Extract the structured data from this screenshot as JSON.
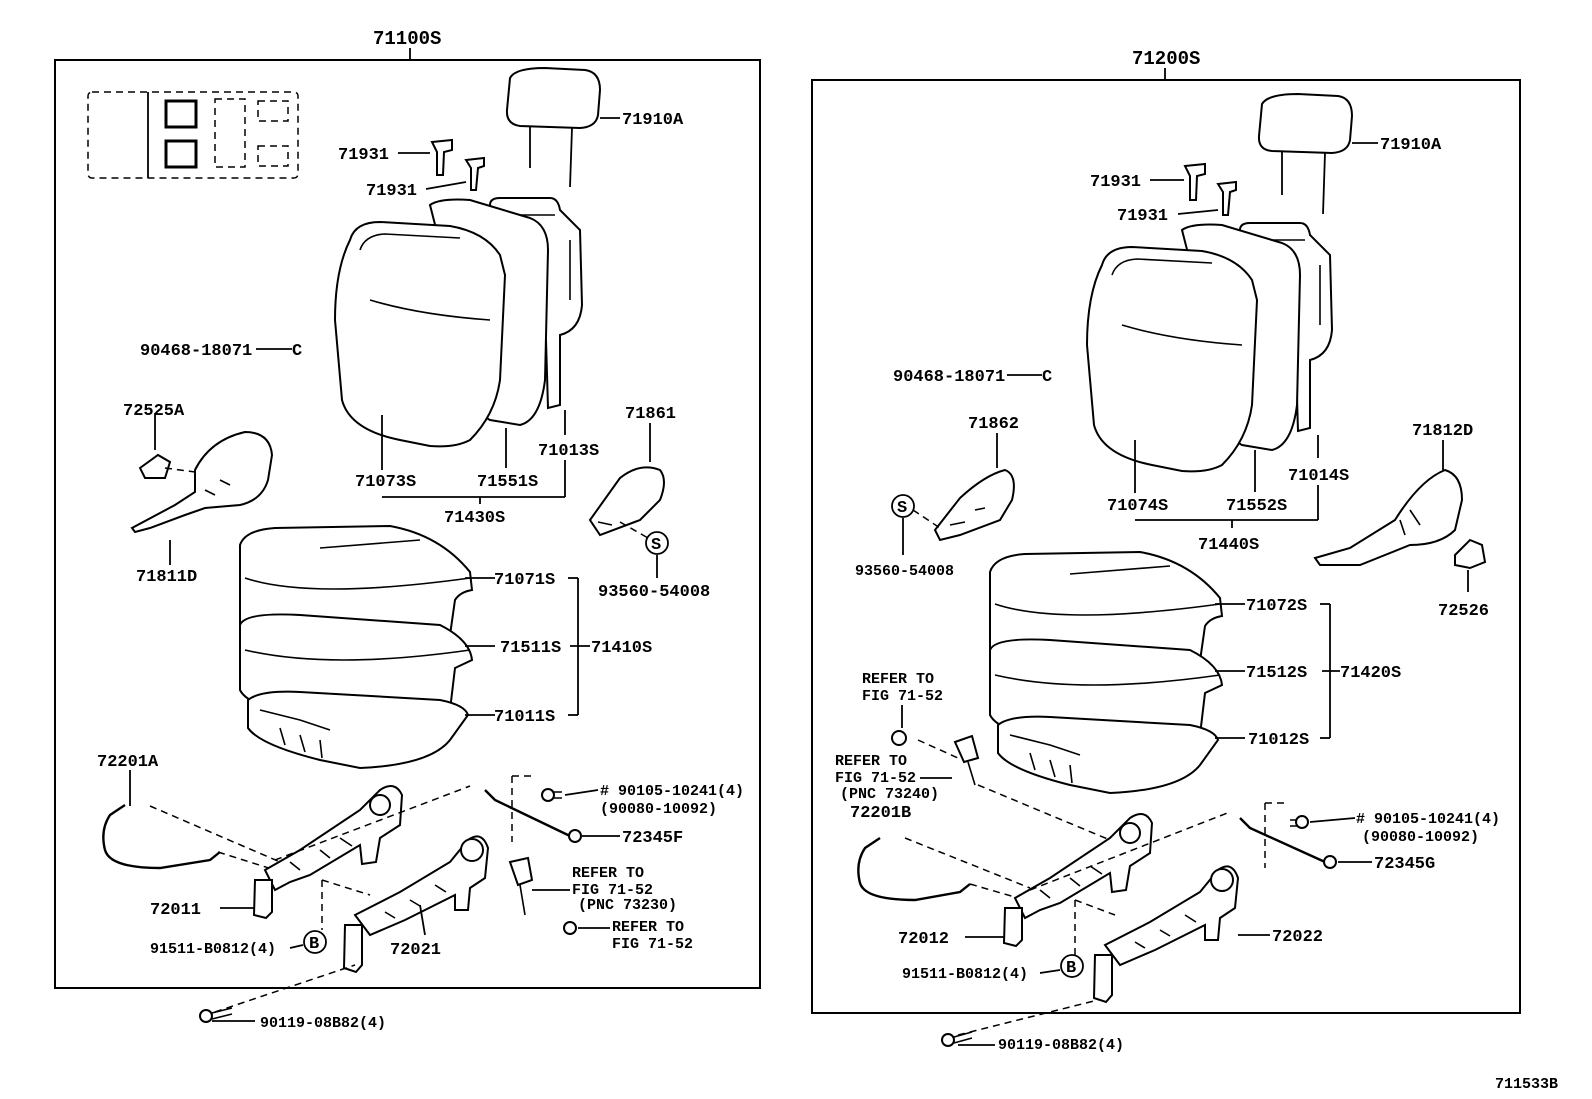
{
  "left_assembly": {
    "title": "71100S",
    "labels": {
      "headrest": "71910A",
      "guide_a": "71931",
      "guide_b": "71931",
      "clip": "90468-18071",
      "back_cover": "71073S",
      "back_pad": "71551S",
      "back_frame": "71013S",
      "back_assy": "71430S",
      "shield_cover": "72525A",
      "shield_outer": "71811D",
      "shield_inner": "71861",
      "screw": "93560-54008",
      "cushion_cover": "71071S",
      "cushion_pad": "71511S",
      "cushion_assy": "71410S",
      "cushion_frame": "71011S",
      "wire": "72201A",
      "bolt": "# 90105-10241(4)",
      "bolt_alt": "(90080-10092)",
      "rod": "72345F",
      "refer_1": "REFER TO",
      "refer_1b": "FIG 71-52",
      "refer_1c": "(PNC 73230)",
      "refer_2": "REFER TO",
      "refer_2b": "FIG 71-52",
      "adjuster_outer": "72011",
      "adjuster_inner": "72021",
      "bolt_b": "91511-B0812(4)",
      "bolt_c": "90119-08B82(4)",
      "marker_b": "B",
      "marker_s": "S",
      "marker_c": "C"
    }
  },
  "right_assembly": {
    "title": "71200S",
    "labels": {
      "headrest": "71910A",
      "guide_a": "71931",
      "guide_b": "71931",
      "clip": "90468-18071",
      "back_cover": "71074S",
      "back_pad": "71552S",
      "back_frame": "71014S",
      "back_assy": "71440S",
      "shield_inner": "71862",
      "shield_outer": "71812D",
      "shield_cover": "72526",
      "screw": "93560-54008",
      "cushion_cover": "71072S",
      "cushion_pad": "71512S",
      "cushion_assy": "71420S",
      "cushion_frame": "71012S",
      "refer_1": "REFER TO",
      "refer_1b": "FIG 71-52",
      "refer_2": "REFER TO",
      "refer_2b": "FIG 71-52",
      "refer_2c": "(PNC 73240)",
      "wire": "72201B",
      "bolt": "# 90105-10241(4)",
      "bolt_alt": "(90080-10092)",
      "rod": "72345G",
      "adjuster_outer": "72012",
      "adjuster_inner": "72022",
      "bolt_b": "91511-B0812(4)",
      "bolt_c": "90119-08B82(4)",
      "marker_b": "B",
      "marker_s": "S",
      "marker_c": "C"
    }
  },
  "figure_id": "711533B"
}
